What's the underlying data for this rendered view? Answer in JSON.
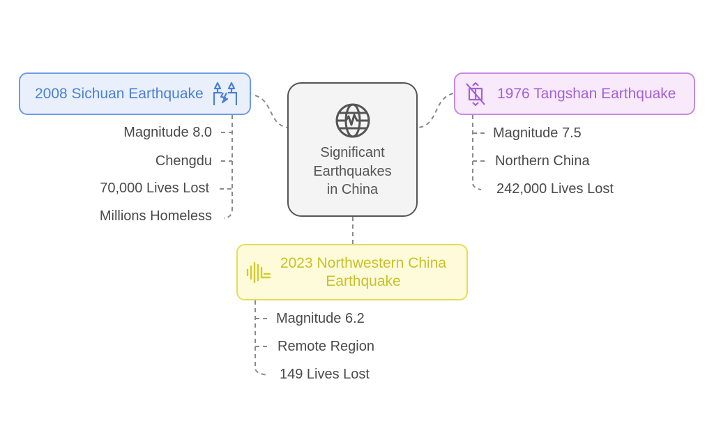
{
  "diagram": {
    "center": {
      "title": "Significant Earthquakes in China",
      "title_lines": [
        "Significant",
        "Earthquakes",
        "in China"
      ],
      "icon": "globe-seismic-icon",
      "color": "#555555"
    },
    "branches": [
      {
        "id": "sichuan",
        "title": "2008 Sichuan Earthquake",
        "icon": "broken-ground-trees-icon",
        "color": "#4a7fd6",
        "details": [
          "Magnitude 8.0",
          "Chengdu",
          "70,000 Lives Lost",
          "Millions Homeless"
        ]
      },
      {
        "id": "tangshan",
        "title": "1976 Tangshan Earthquake",
        "icon": "crossed-building-icon",
        "color": "#a461d6",
        "details": [
          "Magnitude 7.5",
          "Northern China",
          "242,000 Lives Lost"
        ]
      },
      {
        "id": "northwest",
        "title": "2023 Northwestern China Earthquake",
        "title_lines": [
          "2023 Northwestern China",
          "Earthquake"
        ],
        "icon": "seismic-wave-icon",
        "color": "#c9c12a",
        "details": [
          "Magnitude 6.2",
          "Remote Region",
          "149 Lives Lost"
        ]
      }
    ]
  }
}
